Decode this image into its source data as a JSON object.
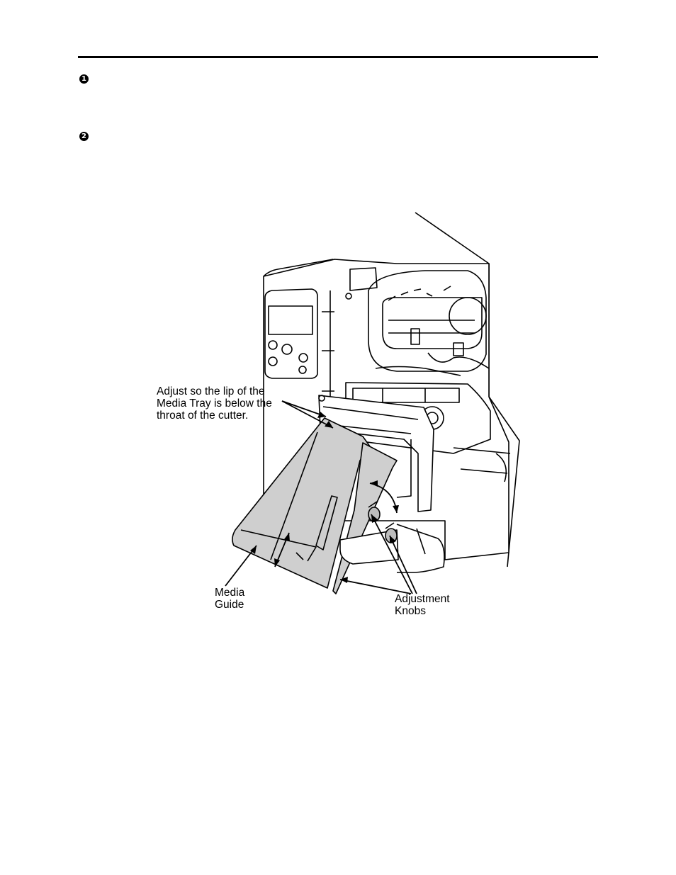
{
  "steps": [
    {
      "marker": "1"
    },
    {
      "marker": "2"
    }
  ],
  "callouts": {
    "adjust_line1": "Adjust so the lip of the",
    "adjust_line2": "Media Tray is below the",
    "adjust_line3": "throat of the cutter.",
    "media_line1": "Media",
    "media_line2": "Guide",
    "knobs_line1": "Adjustment",
    "knobs_line2": "Knobs"
  }
}
